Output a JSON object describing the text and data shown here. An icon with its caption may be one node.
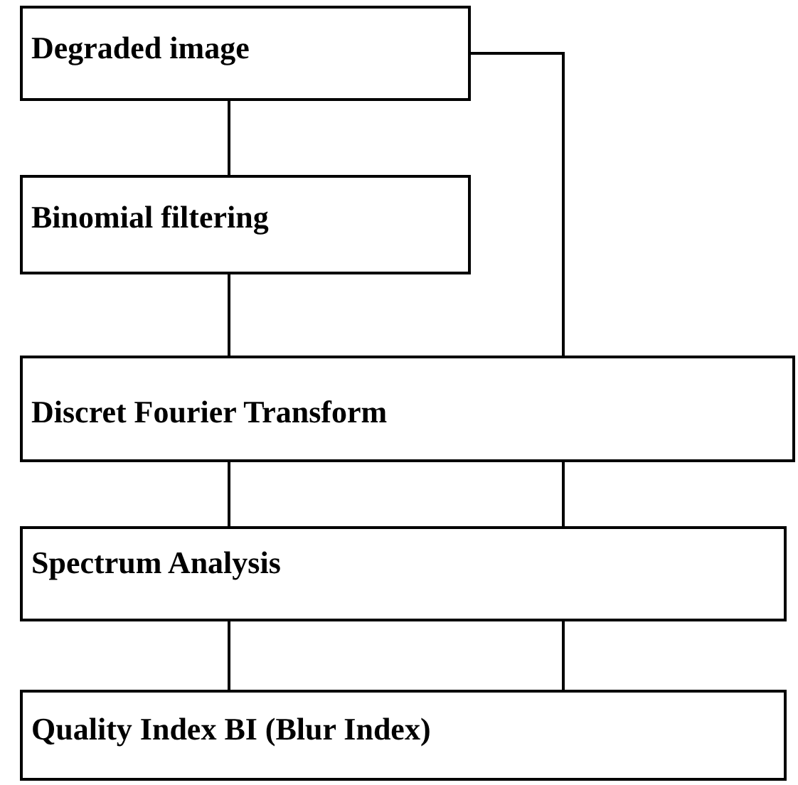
{
  "diagram": {
    "nodes": [
      {
        "text": [
          "Degraded image"
        ]
      },
      {
        "text": [
          "Binomial filtering"
        ]
      },
      {
        "text": [
          "Discret Fourier Transform"
        ]
      },
      {
        "text": [
          "Spectrum Analysis"
        ]
      },
      {
        "text": [
          "Quality Index BI (Blur Index)"
        ]
      }
    ],
    "edges": [
      {
        "from": 0,
        "to": 1,
        "arrow": "none"
      },
      {
        "from": 0,
        "to": 2,
        "arrow": "none"
      },
      {
        "from": 1,
        "to": 2,
        "arrow": "none"
      },
      {
        "from": 2,
        "to": 3,
        "arrow": "none"
      },
      {
        "from": 2,
        "to": 3,
        "arrow": "none"
      },
      {
        "from": 3,
        "to": 4,
        "arrow": "none"
      },
      {
        "from": 3,
        "to": 4,
        "arrow": "none"
      }
    ]
  }
}
